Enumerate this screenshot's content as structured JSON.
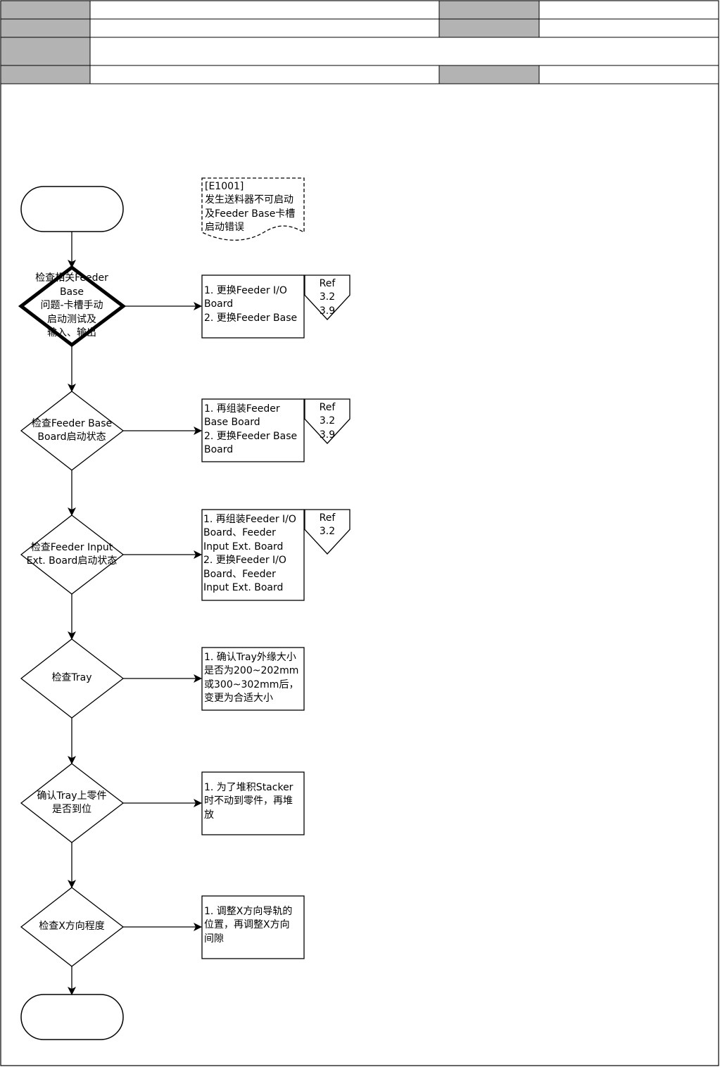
{
  "header": {
    "rows": [
      {
        "cells": [
          "",
          "",
          "",
          ""
        ]
      },
      {
        "cells": [
          "",
          "",
          "",
          ""
        ]
      },
      {
        "cells": [
          "",
          ""
        ]
      },
      {
        "cells": [
          "",
          "",
          "",
          ""
        ]
      }
    ]
  },
  "flow": {
    "start_label": "",
    "end_label": "",
    "note": {
      "lines": [
        "[E1001]",
        "发生送料器不可启动",
        "及Feeder Base卡槽",
        "启动错误"
      ]
    },
    "steps": [
      {
        "decision": [
          "检查相关Feeder",
          "Base",
          "问题-卡槽手动",
          "启动测试及",
          "输入、输出"
        ],
        "action": [
          "1. 更换Feeder I/O",
          "Board",
          "2. 更换Feeder Base"
        ],
        "ref": [
          "Ref",
          "3.2",
          "3.9"
        ]
      },
      {
        "decision": [
          "检查Feeder Base",
          "Board启动状态"
        ],
        "action": [
          "1. 再组装Feeder",
          "Base Board",
          "2. 更换Feeder Base",
          "Board"
        ],
        "ref": [
          "Ref",
          "3.2",
          "3.9"
        ]
      },
      {
        "decision": [
          "检查Feeder Input",
          "Ext. Board启动状态"
        ],
        "action": [
          "1. 再组装Feeder I/O",
          "Board、Feeder",
          "Input Ext. Board",
          "2. 更换Feeder I/O",
          "Board、Feeder",
          "Input Ext. Board"
        ],
        "ref": [
          "Ref",
          "3.2"
        ]
      },
      {
        "decision": [
          "检查Tray"
        ],
        "action": [
          "1. 确认Tray外缘大小",
          "是否为200~202mm",
          "或300~302mm后，",
          "变更为合适大小"
        ]
      },
      {
        "decision": [
          "确认Tray上零件",
          "是否到位"
        ],
        "action": [
          "1. 为了堆积Stacker",
          "时不动到零件，再堆",
          "放"
        ]
      },
      {
        "decision": [
          "检查X方向程度"
        ],
        "action": [
          "1. 调整X方向导轨的",
          "位置，再调整X方向",
          "间隙"
        ]
      }
    ]
  }
}
